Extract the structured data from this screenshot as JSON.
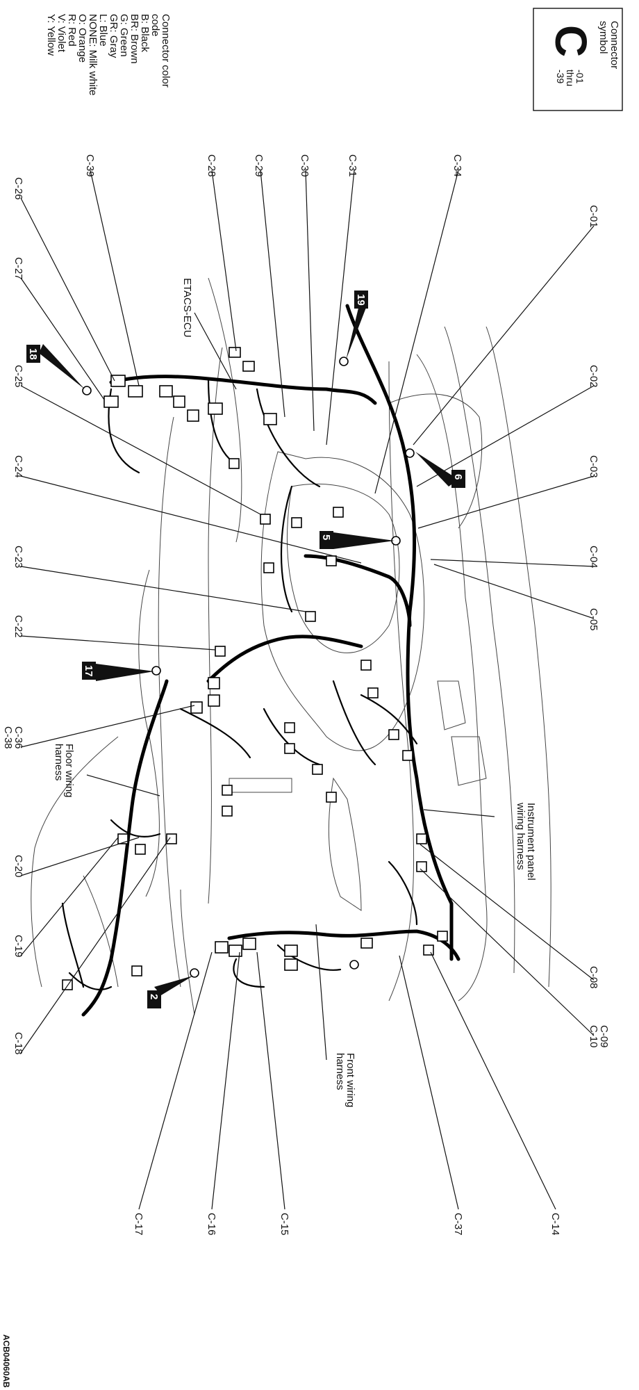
{
  "symbol_box": {
    "title": "Connector symbol",
    "letter": "C",
    "range_from": "-01",
    "range_thru": "thru",
    "range_to": "-39"
  },
  "color_code": {
    "title": "Connector color code",
    "entries": [
      "B: Black",
      "BR: Brown",
      "G: Green",
      "GR: Gray",
      "L: Blue",
      "NONE: Milk white",
      "O: Orange",
      "R: Red",
      "V: Violet",
      "Y: Yellow"
    ]
  },
  "connectors_top": [
    "C-39",
    "C-28",
    "C-29",
    "C-30",
    "C-31",
    "C-34"
  ],
  "connectors_left": [
    "C-26",
    "C-27",
    "C-25",
    "C-24",
    "C-23",
    "C-22",
    "C-36",
    "C-38",
    "C-20",
    "C-19",
    "C-18"
  ],
  "connectors_right": [
    "C-01",
    "C-02",
    "C-03",
    "C-04",
    "C-05",
    "C-08",
    "C-09",
    "C-10"
  ],
  "connectors_bottom": [
    "C-17",
    "C-16",
    "C-15",
    "C-37",
    "C-14"
  ],
  "components": {
    "etacs": "ETACS-ECU",
    "floor_harness": "Floor wiring harness",
    "instrument_harness": "Instrument panel wiring harness",
    "front_harness": "Front wiring harness"
  },
  "ground_refs": [
    "19",
    "18",
    "6",
    "5",
    "17",
    "2"
  ],
  "figure_code": "ACB04060AB"
}
